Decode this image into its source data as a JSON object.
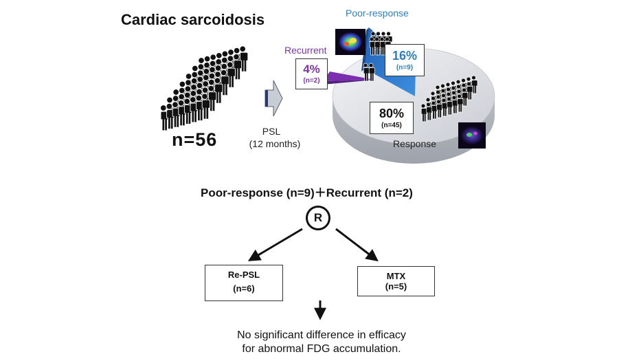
{
  "title": "Cardiac sarcoidosis",
  "cohort": {
    "total": "n=56"
  },
  "treatment": {
    "label": "PSL",
    "duration": "(12 months)"
  },
  "outcomes": {
    "poor_response": {
      "label": "Poor-response",
      "percent": "16%",
      "n": "(n=9)",
      "color": "#2e7fbf"
    },
    "recurrent": {
      "label": "Recurrent",
      "percent": "4%",
      "n": "(n=2)",
      "color": "#7b35a6"
    },
    "response": {
      "label": "Response",
      "percent": "80%",
      "n": "(n=45)",
      "color": "#d8dbe1"
    }
  },
  "subgroup": {
    "title": "Poor-response (n=9)＋Recurrent (n=2)"
  },
  "randomization": {
    "symbol": "R"
  },
  "arms": [
    {
      "name": "Re-PSL",
      "n": "(n=6)"
    },
    {
      "name": "MTX",
      "n": "(n=5)"
    }
  ],
  "conclusion": {
    "line1": "No significant difference in efficacy",
    "line2": "for abnormal FDG accumulation."
  }
}
